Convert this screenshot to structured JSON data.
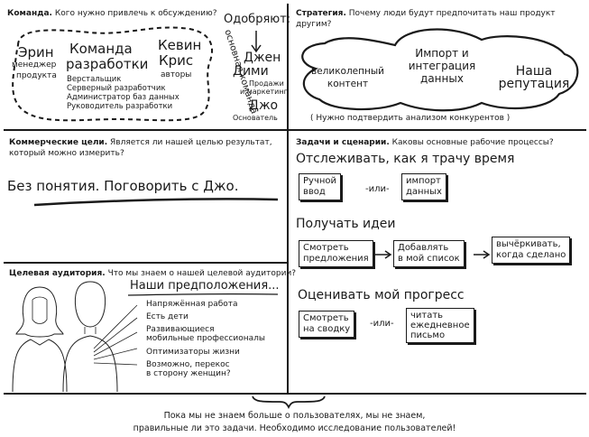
{
  "team": {
    "label": "Команда.",
    "question": "Кого нужно привлечь к обсуждению?",
    "approve_label": "Одобряют:",
    "core_label": "основная команда",
    "erin_name": "Эрин",
    "erin_role_1": "менеджер",
    "erin_role_2": "продукта",
    "dev_title_1": "Команда",
    "dev_title_2": "разработки",
    "dev_members": [
      "Верстальщик",
      "Серверный разработчик",
      "Администратор баз данных",
      "Руководитель разработки"
    ],
    "kevin_1": "Кевин",
    "kevin_2": "Крис",
    "authors": "авторы",
    "jen_1": "Джен",
    "jen_2": "Дими",
    "sales": "Продажи",
    "marketing": "и маркетинг",
    "joe": "Джо",
    "founder": "Основатель"
  },
  "strategy": {
    "label": "Стратегия.",
    "question": "Почему люди будут предпочитать наш продукт другим?",
    "items": [
      "великолепный контент",
      "Импорт и интеграция данных",
      "Наша репутация"
    ],
    "note": "( Нужно подтвердить анализом конкурентов )"
  },
  "goals": {
    "label": "Коммерческие цели.",
    "question": "Является ли нашей целью результат, который можно измерить?",
    "answer": "Без понятия. Поговорить с Джо."
  },
  "tasks": {
    "label": "Задачи и сценарии.",
    "question": "Каковы основные рабочие процессы?",
    "scenario1": {
      "title": "Отслеживать, как я трачу время",
      "box1": [
        "Ручной",
        "ввод"
      ],
      "or": "-или-",
      "box2": [
        "импорт",
        "данных"
      ]
    },
    "scenario2": {
      "title": "Получать идеи",
      "box1": [
        "Смотреть",
        "предложения"
      ],
      "box2": [
        "Добавлять",
        "в мой список"
      ],
      "box3": [
        "вычёркивать,",
        "когда сделано"
      ]
    },
    "scenario3": {
      "title": "Оценивать мой прогресс",
      "box1": [
        "Смотреть",
        "на сводку"
      ],
      "or": "-или-",
      "box2": [
        "читать",
        "ежедневное",
        "письмо"
      ]
    }
  },
  "audience": {
    "label": "Целевая аудитория.",
    "question": "Что мы знаем о нашей целевой аудитории?",
    "assumptions_title": "Наши предположения...",
    "assumptions": [
      [
        "Напряжённая работа"
      ],
      [
        "Есть дети"
      ],
      [
        "Развивающиеся",
        "мобильные профессионалы"
      ],
      [
        "Оптимизаторы жизни"
      ],
      [
        "Возможно, перекос",
        "в сторону женщин?"
      ]
    ]
  },
  "footer": {
    "line1": "Пока мы не знаем больше о пользователях, мы не знаем,",
    "line2": "правильные ли это задачи. Необходимо исследование пользователей!"
  }
}
